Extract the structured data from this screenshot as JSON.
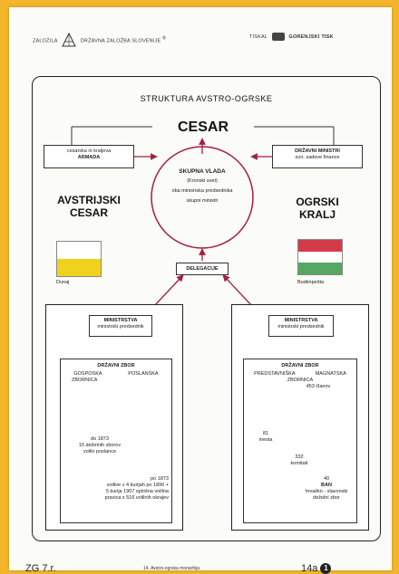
{
  "header": {
    "left": "ZALOŽILA",
    "publisher": "DRŽAVNA ZALOŽBA SLOVENIJE",
    "printer_label": "TISKAL",
    "printer": "GORENJSKI TISK"
  },
  "title": "STRUKTURA AVSTRO-OGRSKE",
  "cesar": "CESAR",
  "army": {
    "line1": "cesarska in kraljeva",
    "line2": "ARMADA"
  },
  "ministers": {
    "line1": "DRŽAVNI MINISTRI",
    "line2": "zun. zadeve finance"
  },
  "council": {
    "line1": "SKUPNA VLADA",
    "line2": "(Kronski svet)",
    "line3": "oba ministrska predsednika",
    "line4": "skupni ministri"
  },
  "austrian_title": {
    "line1": "AVSTRIJSKI",
    "line2": "CESAR"
  },
  "hungarian_title": {
    "line1": "OGRSKI",
    "line2": "KRALJ"
  },
  "vienna": "Dunaj",
  "budapest": "Budimpešta",
  "delegacije": "DELEGACIJE",
  "left_panel": {
    "ministry_line1": "MINISTRSTVA",
    "ministry_line2": "ministrski predsednik",
    "diet": "DRŽAVNI ZBOR",
    "house1": "GOSPOSKA",
    "house2": "POSLANSKA",
    "house3": "ZBORNICA",
    "note1_lines": [
      "do 1873",
      "15 deželnih zborov",
      "volilo poslance"
    ],
    "note2_lines": [
      "po 1873",
      "volitve v 4 kurijah po 1896 +",
      "5 kurija 1907 splošna volilna",
      "pravica s 516 volilnih okrajev"
    ]
  },
  "right_panel": {
    "ministry_line1": "MINISTRSTVA",
    "ministry_line2": "ministrski predsednik",
    "diet": "DRŽAVNI ZBOR",
    "house1": "PREDSTAVNIŠKA",
    "house2": "MAGNATSKA",
    "house3": "ZBORNICA",
    "seats": "453 članov",
    "a_num": "81",
    "a_label": "mesta",
    "b_num": "332",
    "b_label": "komitati",
    "c_num": "40",
    "c_label1": "BAN",
    "c_label2": "hrvaško - slavonski",
    "c_label3": "deželni zbor"
  },
  "footer": {
    "code": "ZG 7.r.",
    "caption": "14. Avstro-ogrska monarhija",
    "page": "14a",
    "page_circle": "1"
  },
  "colors": {
    "background": "#f3b62b",
    "arrow": "#a31f3e",
    "hungary_red": "#d23a4a",
    "hungary_green": "#54a861",
    "austria_yellow": "#f0d21c"
  }
}
